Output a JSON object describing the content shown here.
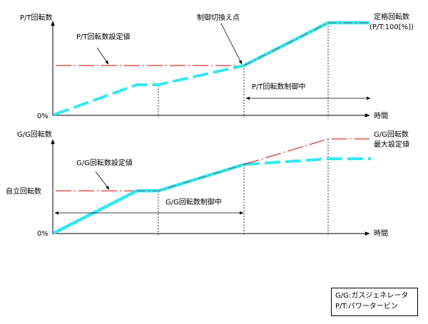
{
  "top_chart": {
    "y_axis_label": "P/T回転数",
    "zero_label": "0%",
    "x_axis_label": "時間",
    "rated_label": "定格回転数",
    "rated_sub_label": "(P/T:100[%])",
    "setpoint_label": "P/T回転数設定値",
    "switch_point_label": "制御切換え点",
    "control_range_label": "P/T回転数制御中"
  },
  "bottom_chart": {
    "y_axis_label": "G/G回転数",
    "zero_label": "0%",
    "x_axis_label": "時間",
    "idle_label": "自立回転数",
    "setpoint_label": "G/G回転数設定値",
    "control_range_label": "G/G回転数制御中",
    "max_setpoint_label_line1": "G/G回転数",
    "max_setpoint_label_line2": "最大設定値"
  },
  "legend": {
    "gg": "G/G:ガスジェネレータ",
    "pt": "P/T:パワータービン"
  },
  "colors": {
    "actual_speed": "#33e8f0",
    "setpoint": "#d40000",
    "axis": "#000000"
  }
}
